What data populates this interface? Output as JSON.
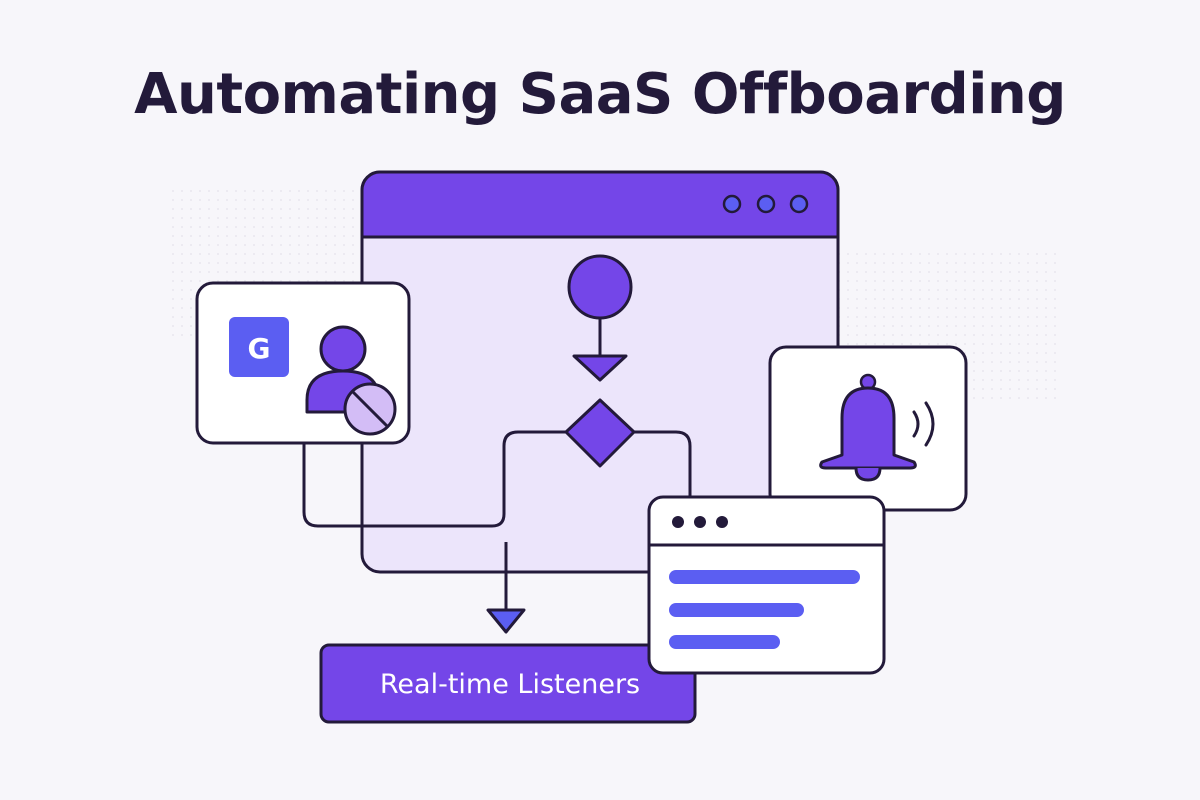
{
  "header": {
    "title": "Automating SaaS Offboarding"
  },
  "google_card": {
    "logo_letter": "G"
  },
  "listeners": {
    "label": "Real-time Listeners"
  },
  "colors": {
    "primary": "#7446e8",
    "primary_light": "#ece5fb",
    "accent_blue": "#5b5ef2",
    "outline": "#231a3a",
    "badge_fill": "#d3bdf6"
  },
  "icons": [
    "user-remove-icon",
    "bell-icon",
    "google-icon",
    "window-dots-icon"
  ]
}
